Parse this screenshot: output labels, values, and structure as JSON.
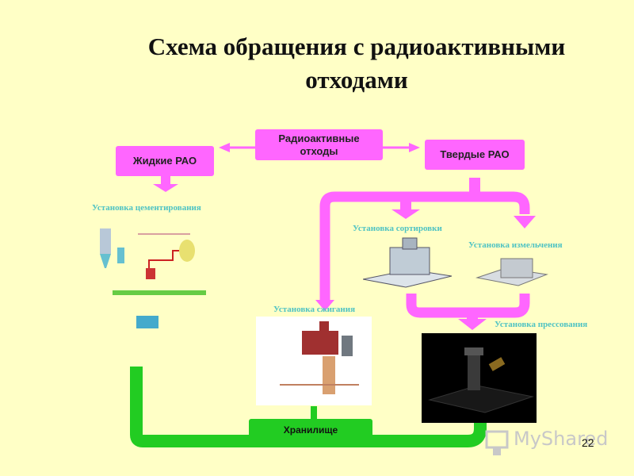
{
  "title": {
    "line1": "Схема обращения с радиоактивными",
    "line2": "отходами"
  },
  "nodes": {
    "source_line1": "Радиоактивные",
    "source_line2": "отходы",
    "liquid": "Жидкие РАО",
    "solid": "Твердые РАО",
    "storage": "Хранилище"
  },
  "installations": {
    "cementing": "Установка цементирования",
    "sorting": "Установка сортировки",
    "shredding": "Установка измельчения",
    "incineration": "Установка сжигания",
    "pressing": "Установка прессования"
  },
  "colors": {
    "background": "#ffffc6",
    "box_pink": "#ff66ff",
    "storage_green": "#22cc22",
    "label_teal": "#4fc3c3"
  },
  "watermark": "MyShared",
  "page_number": "22"
}
